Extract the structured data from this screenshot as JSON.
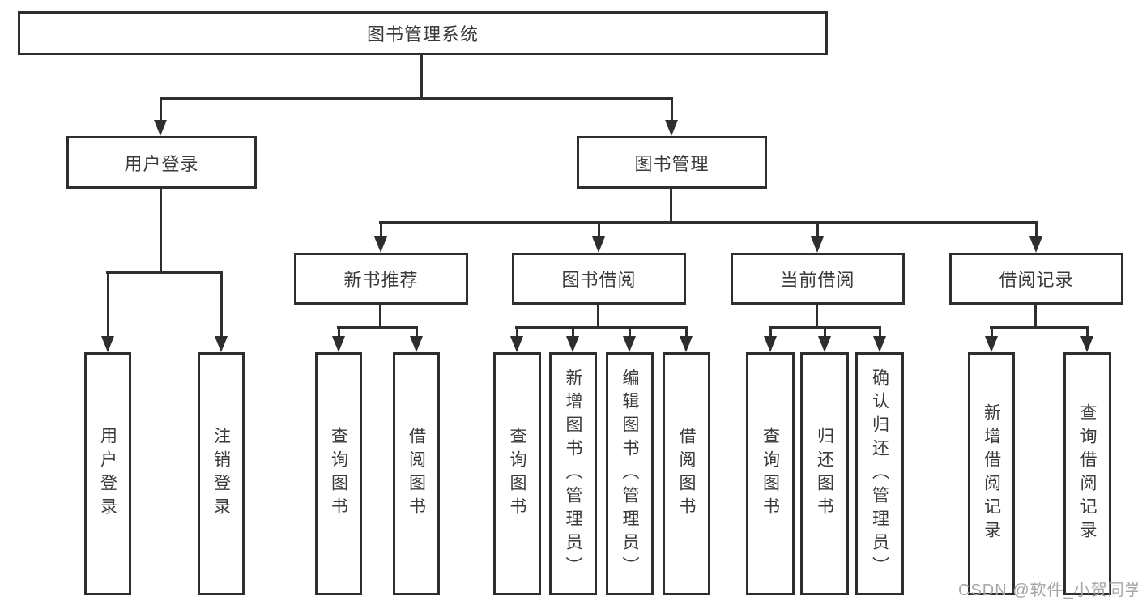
{
  "diagram": {
    "root": {
      "label": "图书管理系统"
    },
    "level2": [
      {
        "label": "用户登录"
      },
      {
        "label": "图书管理"
      }
    ],
    "level3": [
      {
        "label": "新书推荐"
      },
      {
        "label": "图书借阅"
      },
      {
        "label": "当前借阅"
      },
      {
        "label": "借阅记录"
      }
    ],
    "leaves": {
      "user_login": [
        "用户登录",
        "注销登录"
      ],
      "new_book": [
        "查询图书",
        "借阅图书"
      ],
      "book_borrow": [
        "查询图书",
        "新增图书（管理员）",
        "编辑图书（管理员）",
        "借阅图书"
      ],
      "current_borrow": [
        "查询图书",
        "归还图书",
        "确认归还（管理员）"
      ],
      "borrow_record": [
        "新增借阅记录",
        "查询借阅记录"
      ]
    }
  },
  "watermark": "CSDN @软件_小贺同学",
  "colors": {
    "line": "#2e2e2e",
    "text": "#3a3a3a",
    "watermark": "#a6a6a6",
    "background": "#ffffff"
  }
}
